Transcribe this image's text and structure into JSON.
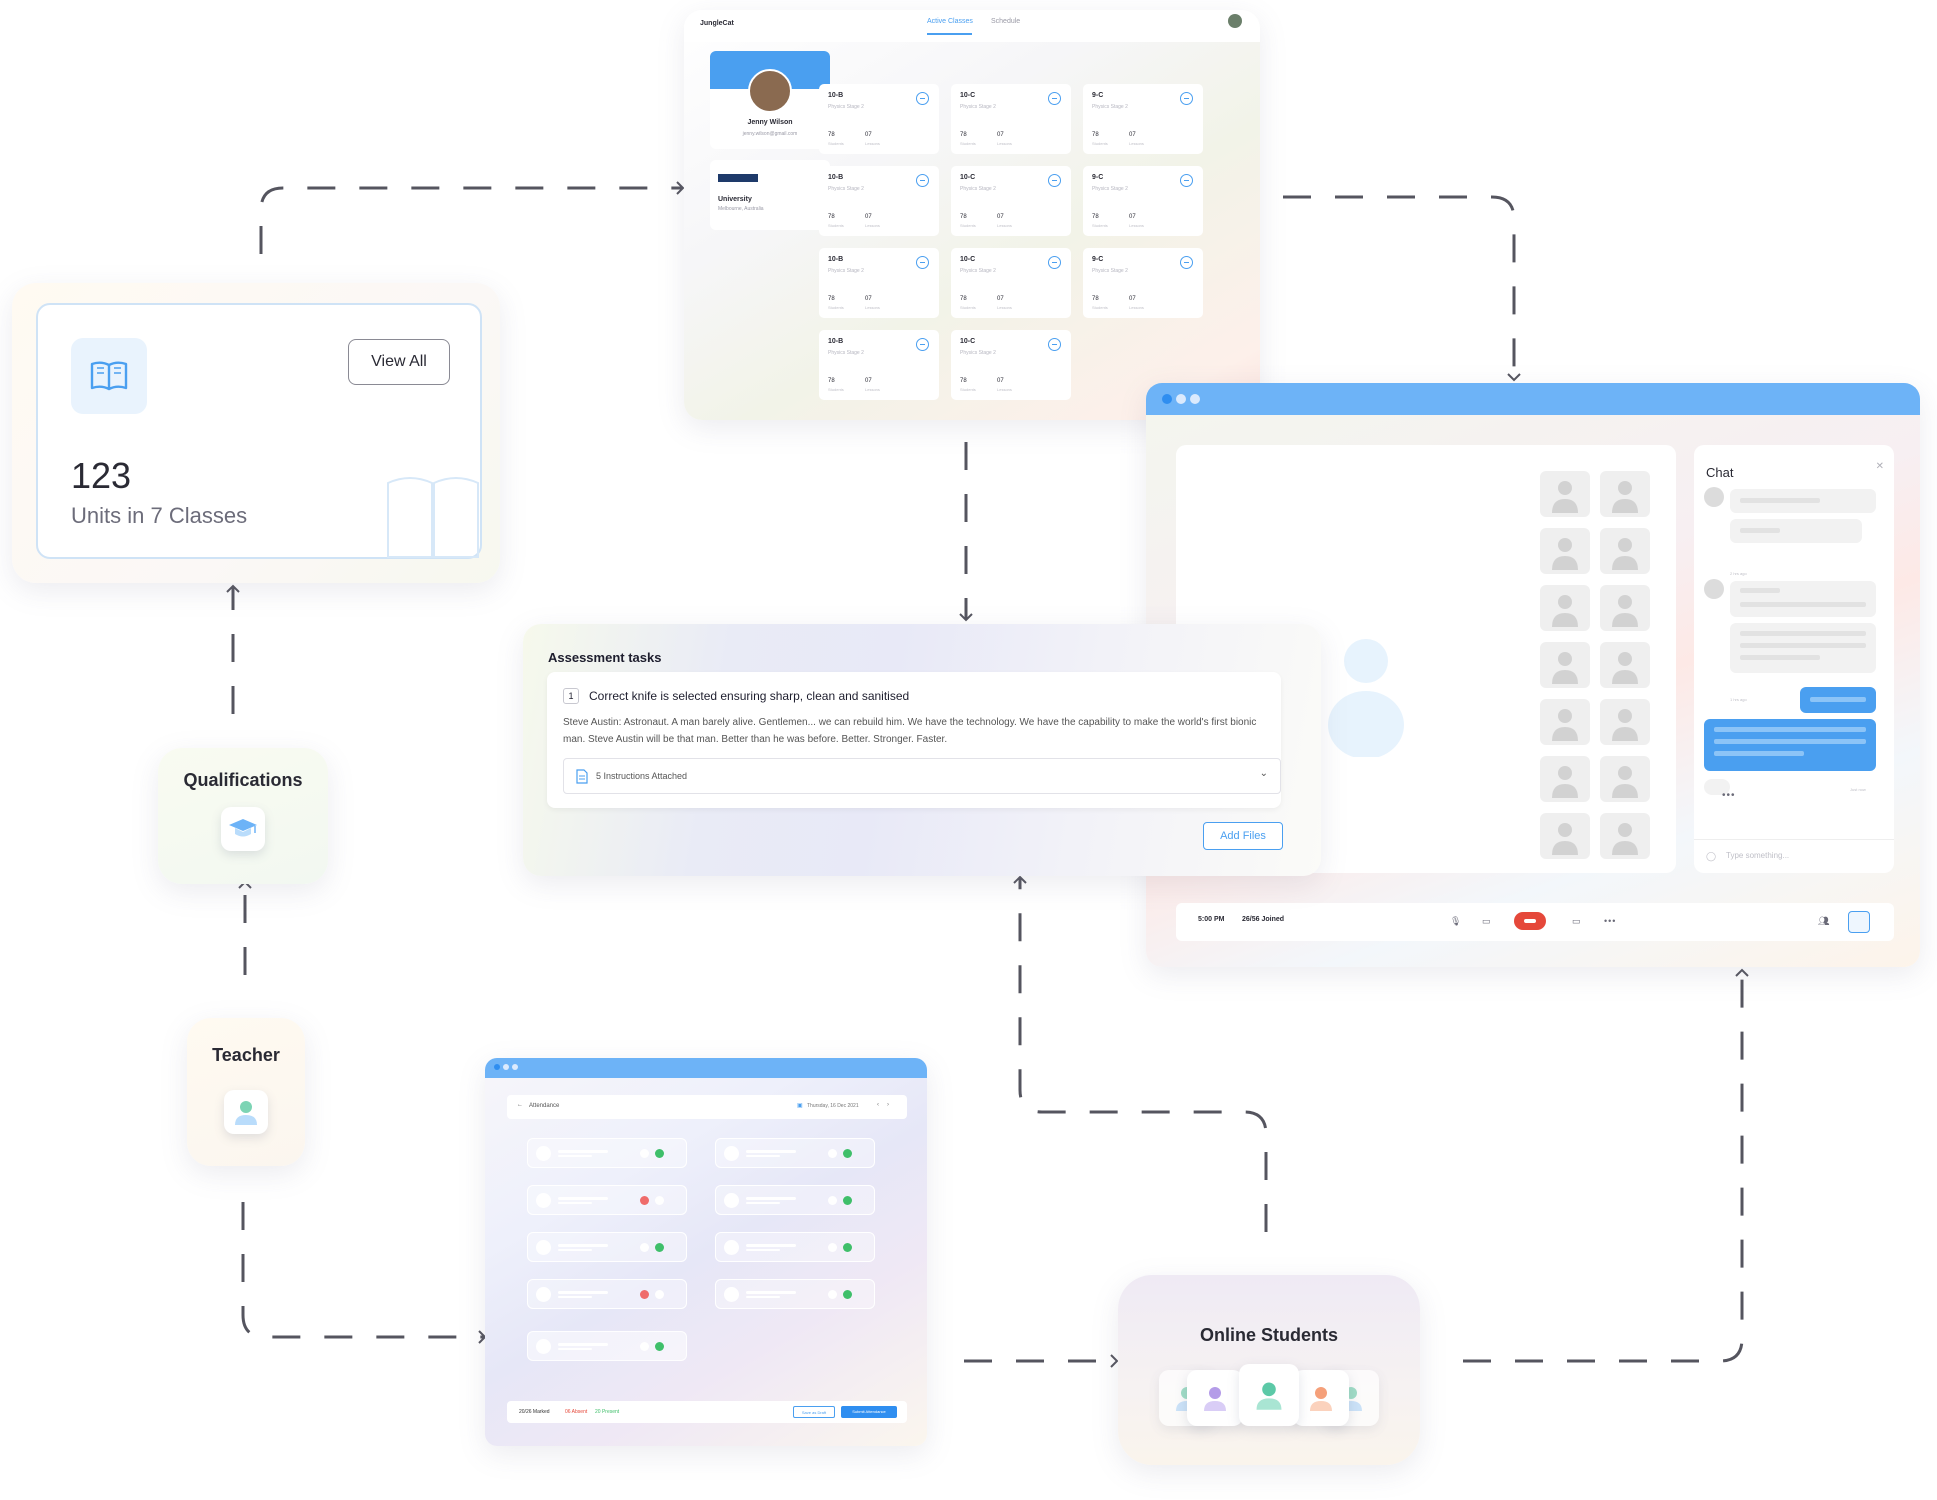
{
  "units_card": {
    "view_all_label": "View All",
    "count": "123",
    "subtitle": "Units in 7 Classes"
  },
  "qualifications": {
    "label": "Qualifications"
  },
  "teacher": {
    "label": "Teacher"
  },
  "online_students": {
    "label": "Online Students"
  },
  "classes_panel": {
    "logo": "JungleCat",
    "nav": [
      "Active Classes",
      "Schedule"
    ],
    "profile": {
      "name": "Jenny Wilson",
      "email": "jenny.wilson@gmail.com"
    },
    "university": {
      "name": "University",
      "location": "Melbourne, Australia"
    },
    "class_cards": [
      {
        "name": "10-B",
        "subject": "Physics Stage 2",
        "students": "78",
        "lessons": "07"
      },
      {
        "name": "10-C",
        "subject": "Physics Stage 2",
        "students": "78",
        "lessons": "07"
      },
      {
        "name": "9-C",
        "subject": "Physics Stage 2",
        "students": "78",
        "lessons": "07"
      },
      {
        "name": "10-B",
        "subject": "Physics Stage 2",
        "students": "78",
        "lessons": "07"
      },
      {
        "name": "10-C",
        "subject": "Physics Stage 2",
        "students": "78",
        "lessons": "07"
      },
      {
        "name": "9-C",
        "subject": "Physics Stage 2",
        "students": "78",
        "lessons": "07"
      },
      {
        "name": "10-B",
        "subject": "Physics Stage 2",
        "students": "78",
        "lessons": "07"
      },
      {
        "name": "10-C",
        "subject": "Physics Stage 2",
        "students": "78",
        "lessons": "07"
      },
      {
        "name": "9-C",
        "subject": "Physics Stage 2",
        "students": "78",
        "lessons": "07"
      },
      {
        "name": "10-B",
        "subject": "Physics Stage 2",
        "students": "78",
        "lessons": "07"
      },
      {
        "name": "10-C",
        "subject": "Physics Stage 2",
        "students": "78",
        "lessons": "07"
      }
    ],
    "students_label": "Students",
    "lessons_label": "Lessons"
  },
  "video_call": {
    "chat_title": "Chat",
    "chat_placeholder": "Type something...",
    "chat_time_1": "2 hrs ago",
    "chat_time_2": "1 hrs ago",
    "chat_time_3": "Just now",
    "time": "5:00 PM",
    "joined": "26/56 Joined"
  },
  "assessment": {
    "title": "Assessment tasks",
    "task_number": "1",
    "task_title": "Correct knife is selected ensuring sharp, clean and sanitised",
    "task_body": "Steve Austin: Astronaut. A man barely alive. Gentlemen... we can rebuild him. We have the technology. We have the capability to make the world's first bionic man. Steve Austin will be that man. Better than he was before. Better. Stronger. Faster.",
    "instructions": "5 Instructions Attached",
    "add_files_label": "Add Files"
  },
  "attendance": {
    "title": "Attendance",
    "date": "Thursday, 16 Dec 2021",
    "marked": "20/26 Marked",
    "absent": "06 Absent",
    "present": "20 Present",
    "save_draft": "Save as Draft",
    "submit": "Submit Attendance"
  },
  "colors": {
    "accent": "#4a9ff0",
    "present": "#3fbf6a",
    "absent": "#ef6b6b",
    "end_call": "#e5483a",
    "connector": "#55555f"
  }
}
